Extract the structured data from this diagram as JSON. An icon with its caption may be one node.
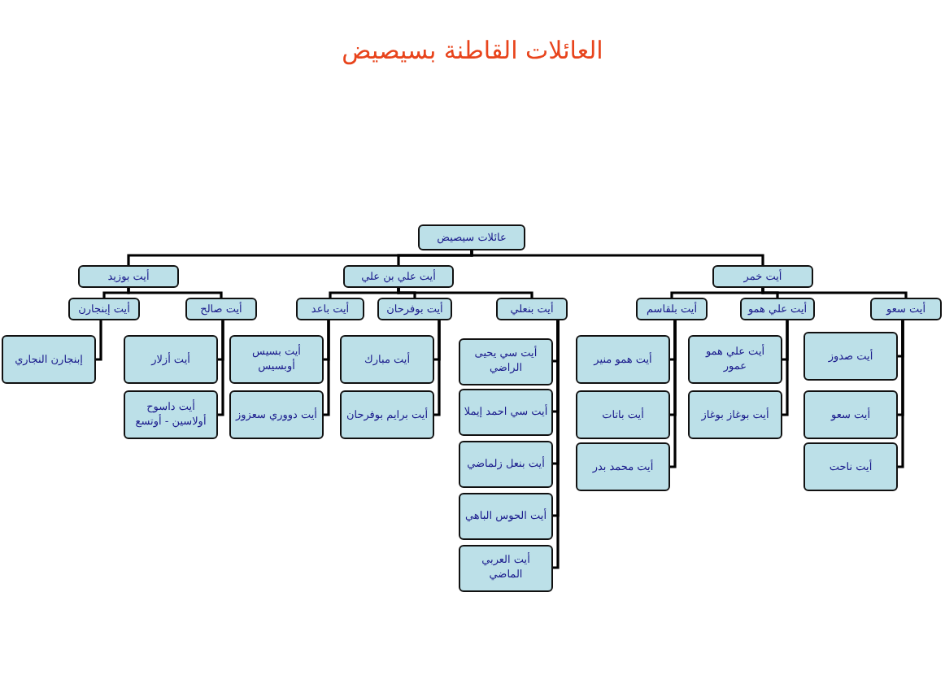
{
  "diagram": {
    "title": "العائلات القاطنة بسيصيض",
    "nodes": [
      {
        "text": [
          "عائلات سيصيض"
        ]
      },
      {
        "text": [
          "أيت خمر"
        ]
      },
      {
        "text": [
          "أيت علي بن علي"
        ]
      },
      {
        "text": [
          "أيت بوزيد"
        ]
      },
      {
        "text": [
          "أيت سعو"
        ]
      },
      {
        "text": [
          "أيت علي همو"
        ]
      },
      {
        "text": [
          "أيت بلقاسم"
        ]
      },
      {
        "text": [
          "أيت بنعلي"
        ]
      },
      {
        "text": [
          "أيت بوفرحان"
        ]
      },
      {
        "text": [
          "أيت باعد"
        ]
      },
      {
        "text": [
          "أيت صالح"
        ]
      },
      {
        "text": [
          "أيت إبنجارن"
        ]
      },
      {
        "text": [
          "أيت صدوز"
        ]
      },
      {
        "text": [
          "أيت سعو"
        ]
      },
      {
        "text": [
          "أيت ناحت"
        ]
      },
      {
        "text": [
          "أيت علي همو عمور"
        ]
      },
      {
        "text": [
          "أيت بوغاز بوغاز"
        ]
      },
      {
        "text": [
          "أيت همو منير"
        ]
      },
      {
        "text": [
          "أيت باتات"
        ]
      },
      {
        "text": [
          "أيت محمد بدر"
        ]
      },
      {
        "text": [
          "أيت سي يحيى الراضي"
        ]
      },
      {
        "text": [
          "أيت سي احمد إيملا"
        ]
      },
      {
        "text": [
          "أيت بنعل زلماضي"
        ]
      },
      {
        "text": [
          "أيت الحوس الباهي"
        ]
      },
      {
        "text": [
          "أيت العربي الماضي"
        ]
      },
      {
        "text": [
          "أيت مبارك"
        ]
      },
      {
        "text": [
          "أيت برايم بوفرحان"
        ]
      },
      {
        "text": [
          "أيت بسيس أوبسيس"
        ]
      },
      {
        "text": [
          "أيت دووري سعزوز"
        ]
      },
      {
        "text": [
          "أيت أزلار"
        ]
      },
      {
        "text": [
          "أيت داسوح أولاسين - أوتسع"
        ]
      },
      {
        "text": [
          "إبنجارن النجاري"
        ]
      }
    ],
    "edges": [
      {
        "from": 0,
        "to": 1,
        "arrow": "none"
      },
      {
        "from": 0,
        "to": 2,
        "arrow": "none"
      },
      {
        "from": 0,
        "to": 3,
        "arrow": "none"
      },
      {
        "from": 1,
        "to": 4,
        "arrow": "none"
      },
      {
        "from": 1,
        "to": 5,
        "arrow": "none"
      },
      {
        "from": 1,
        "to": 6,
        "arrow": "none"
      },
      {
        "from": 2,
        "to": 7,
        "arrow": "none"
      },
      {
        "from": 2,
        "to": 8,
        "arrow": "none"
      },
      {
        "from": 2,
        "to": 9,
        "arrow": "none"
      },
      {
        "from": 3,
        "to": 10,
        "arrow": "none"
      },
      {
        "from": 3,
        "to": 11,
        "arrow": "none"
      },
      {
        "from": 4,
        "to": 12,
        "arrow": "none"
      },
      {
        "from": 4,
        "to": 13,
        "arrow": "none"
      },
      {
        "from": 4,
        "to": 14,
        "arrow": "none"
      },
      {
        "from": 5,
        "to": 15,
        "arrow": "none"
      },
      {
        "from": 5,
        "to": 16,
        "arrow": "none"
      },
      {
        "from": 6,
        "to": 17,
        "arrow": "none"
      },
      {
        "from": 6,
        "to": 18,
        "arrow": "none"
      },
      {
        "from": 6,
        "to": 19,
        "arrow": "none"
      },
      {
        "from": 7,
        "to": 20,
        "arrow": "none"
      },
      {
        "from": 7,
        "to": 21,
        "arrow": "none"
      },
      {
        "from": 7,
        "to": 22,
        "arrow": "none"
      },
      {
        "from": 7,
        "to": 23,
        "arrow": "none"
      },
      {
        "from": 7,
        "to": 24,
        "arrow": "none"
      },
      {
        "from": 8,
        "to": 25,
        "arrow": "none"
      },
      {
        "from": 8,
        "to": 26,
        "arrow": "none"
      },
      {
        "from": 9,
        "to": 27,
        "arrow": "none"
      },
      {
        "from": 9,
        "to": 28,
        "arrow": "none"
      },
      {
        "from": 10,
        "to": 29,
        "arrow": "none"
      },
      {
        "from": 10,
        "to": 30,
        "arrow": "none"
      },
      {
        "from": 11,
        "to": 31,
        "arrow": "none"
      }
    ]
  }
}
